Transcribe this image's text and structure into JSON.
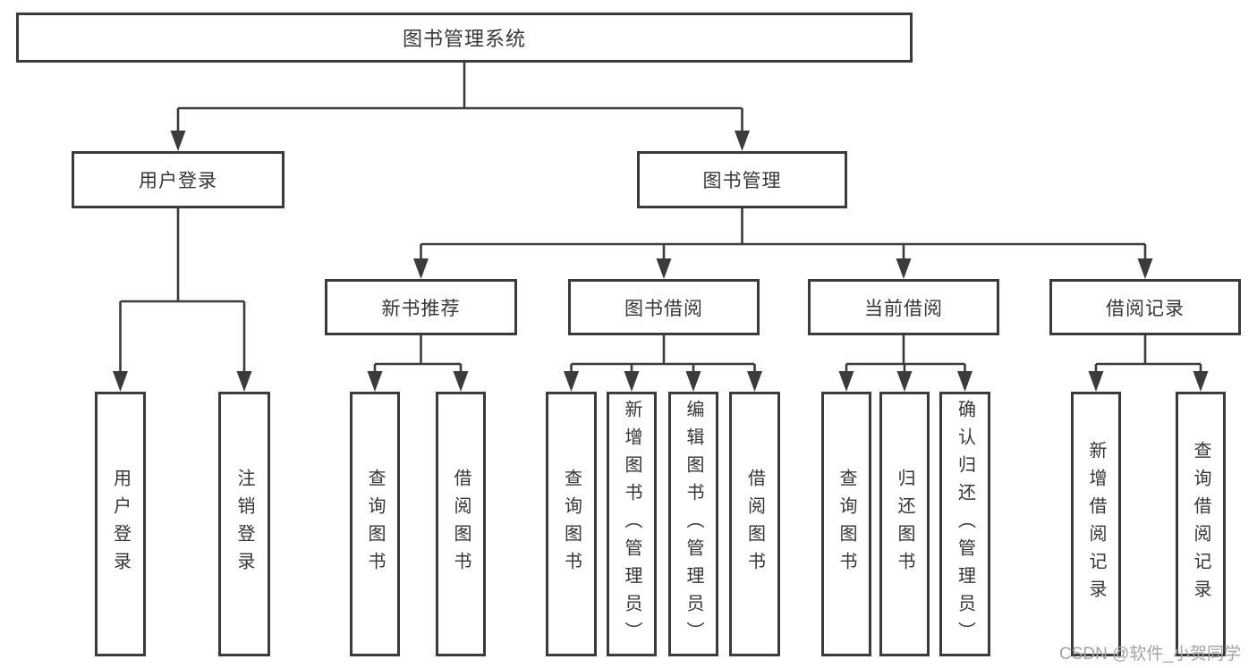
{
  "diagram": {
    "root": {
      "label": "图书管理系统"
    },
    "level2": [
      {
        "label": "用户登录"
      },
      {
        "label": "图书管理"
      }
    ],
    "level3": [
      {
        "label": "新书推荐"
      },
      {
        "label": "图书借阅"
      },
      {
        "label": "当前借阅"
      },
      {
        "label": "借阅记录"
      }
    ],
    "leaves": {
      "user_login": [
        "用户登录",
        "注销登录"
      ],
      "new_books": [
        "查询图书",
        "借阅图书"
      ],
      "book_borrow": [
        "查询图书",
        "新增图书（管理员）",
        "编辑图书（管理员）",
        "借阅图书"
      ],
      "current_borrow": [
        "查询图书",
        "归还图书",
        "确认归还（管理员）"
      ],
      "records": [
        "新增借阅记录",
        "查询借阅记录"
      ]
    }
  },
  "watermark": {
    "text": "CSDN @软件_小贺同学"
  },
  "colors": {
    "line": "#3b3b3b",
    "text": "#363636",
    "watermark": "#a3a3a3",
    "background": "#ffffff"
  }
}
